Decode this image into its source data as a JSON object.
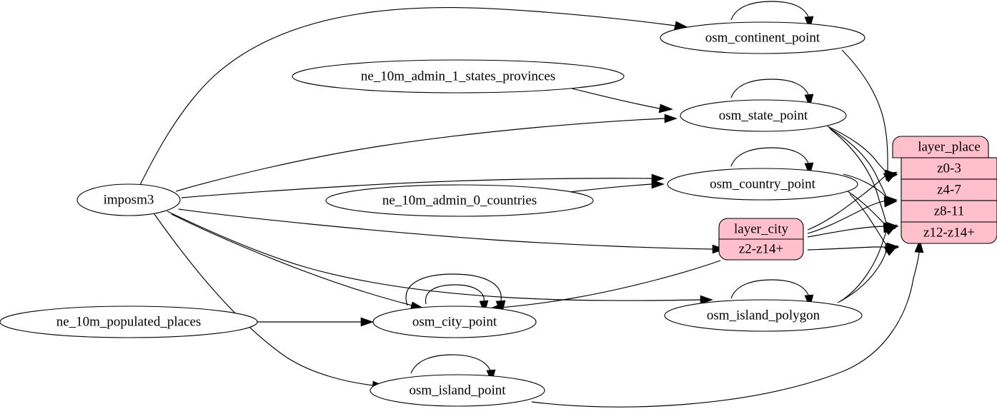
{
  "diagram": {
    "type": "directed-graph",
    "title": "",
    "background_color": "#ffffff",
    "edge_color": "#000000",
    "source_node_fill": "#ffffff",
    "layer_node_fill": "#ffc0cb"
  },
  "nodes": {
    "imposm3": {
      "label": "imposm3",
      "shape": "ellipse",
      "fill": "#ffffff"
    },
    "ne_10m_admin_1_states_provinces": {
      "label": "ne_10m_admin_1_states_provinces",
      "shape": "ellipse",
      "fill": "#ffffff"
    },
    "ne_10m_admin_0_countries": {
      "label": "ne_10m_admin_0_countries",
      "shape": "ellipse",
      "fill": "#ffffff"
    },
    "ne_10m_populated_places": {
      "label": "ne_10m_populated_places",
      "shape": "ellipse",
      "fill": "#ffffff"
    },
    "osm_continent_point": {
      "label": "osm_continent_point",
      "shape": "ellipse",
      "fill": "#ffffff"
    },
    "osm_state_point": {
      "label": "osm_state_point",
      "shape": "ellipse",
      "fill": "#ffffff"
    },
    "osm_country_point": {
      "label": "osm_country_point",
      "shape": "ellipse",
      "fill": "#ffffff"
    },
    "osm_city_point": {
      "label": "osm_city_point",
      "shape": "ellipse",
      "fill": "#ffffff"
    },
    "osm_island_polygon": {
      "label": "osm_island_polygon",
      "shape": "ellipse",
      "fill": "#ffffff"
    },
    "osm_island_point": {
      "label": "osm_island_point",
      "shape": "ellipse",
      "fill": "#ffffff"
    },
    "layer_city": {
      "shape": "record",
      "fill": "#ffc0cb",
      "header": "layer_city",
      "rows": [
        "z2-z14+"
      ]
    },
    "layer_place": {
      "shape": "record",
      "fill": "#ffc0cb",
      "header": "layer_place",
      "rows": [
        "z0-3",
        "z4-7",
        "z8-11",
        "z12-z14+"
      ]
    }
  },
  "edges": [
    {
      "from": "imposm3",
      "to": "osm_continent_point"
    },
    {
      "from": "imposm3",
      "to": "osm_state_point"
    },
    {
      "from": "imposm3",
      "to": "osm_country_point"
    },
    {
      "from": "imposm3",
      "to": "layer_city"
    },
    {
      "from": "imposm3",
      "to": "osm_city_point"
    },
    {
      "from": "imposm3",
      "to": "osm_island_polygon"
    },
    {
      "from": "imposm3",
      "to": "osm_island_point"
    },
    {
      "from": "ne_10m_admin_1_states_provinces",
      "to": "osm_state_point"
    },
    {
      "from": "ne_10m_admin_0_countries",
      "to": "osm_country_point"
    },
    {
      "from": "ne_10m_populated_places",
      "to": "osm_city_point"
    },
    {
      "from": "osm_continent_point",
      "to": "osm_continent_point"
    },
    {
      "from": "osm_state_point",
      "to": "osm_state_point"
    },
    {
      "from": "osm_country_point",
      "to": "osm_country_point"
    },
    {
      "from": "osm_city_point",
      "to": "osm_city_point"
    },
    {
      "from": "osm_city_point",
      "to": "osm_city_point"
    },
    {
      "from": "osm_island_polygon",
      "to": "osm_island_polygon"
    },
    {
      "from": "osm_island_point",
      "to": "osm_island_point"
    },
    {
      "from": "osm_continent_point",
      "to": "layer_place"
    },
    {
      "from": "osm_state_point",
      "to": "layer_place"
    },
    {
      "from": "osm_country_point",
      "to": "layer_place"
    },
    {
      "from": "osm_island_polygon",
      "to": "layer_place"
    },
    {
      "from": "osm_island_point",
      "to": "layer_place"
    },
    {
      "from": "layer_city",
      "to": "layer_place"
    },
    {
      "from": "layer_city",
      "to": "osm_city_point"
    }
  ]
}
